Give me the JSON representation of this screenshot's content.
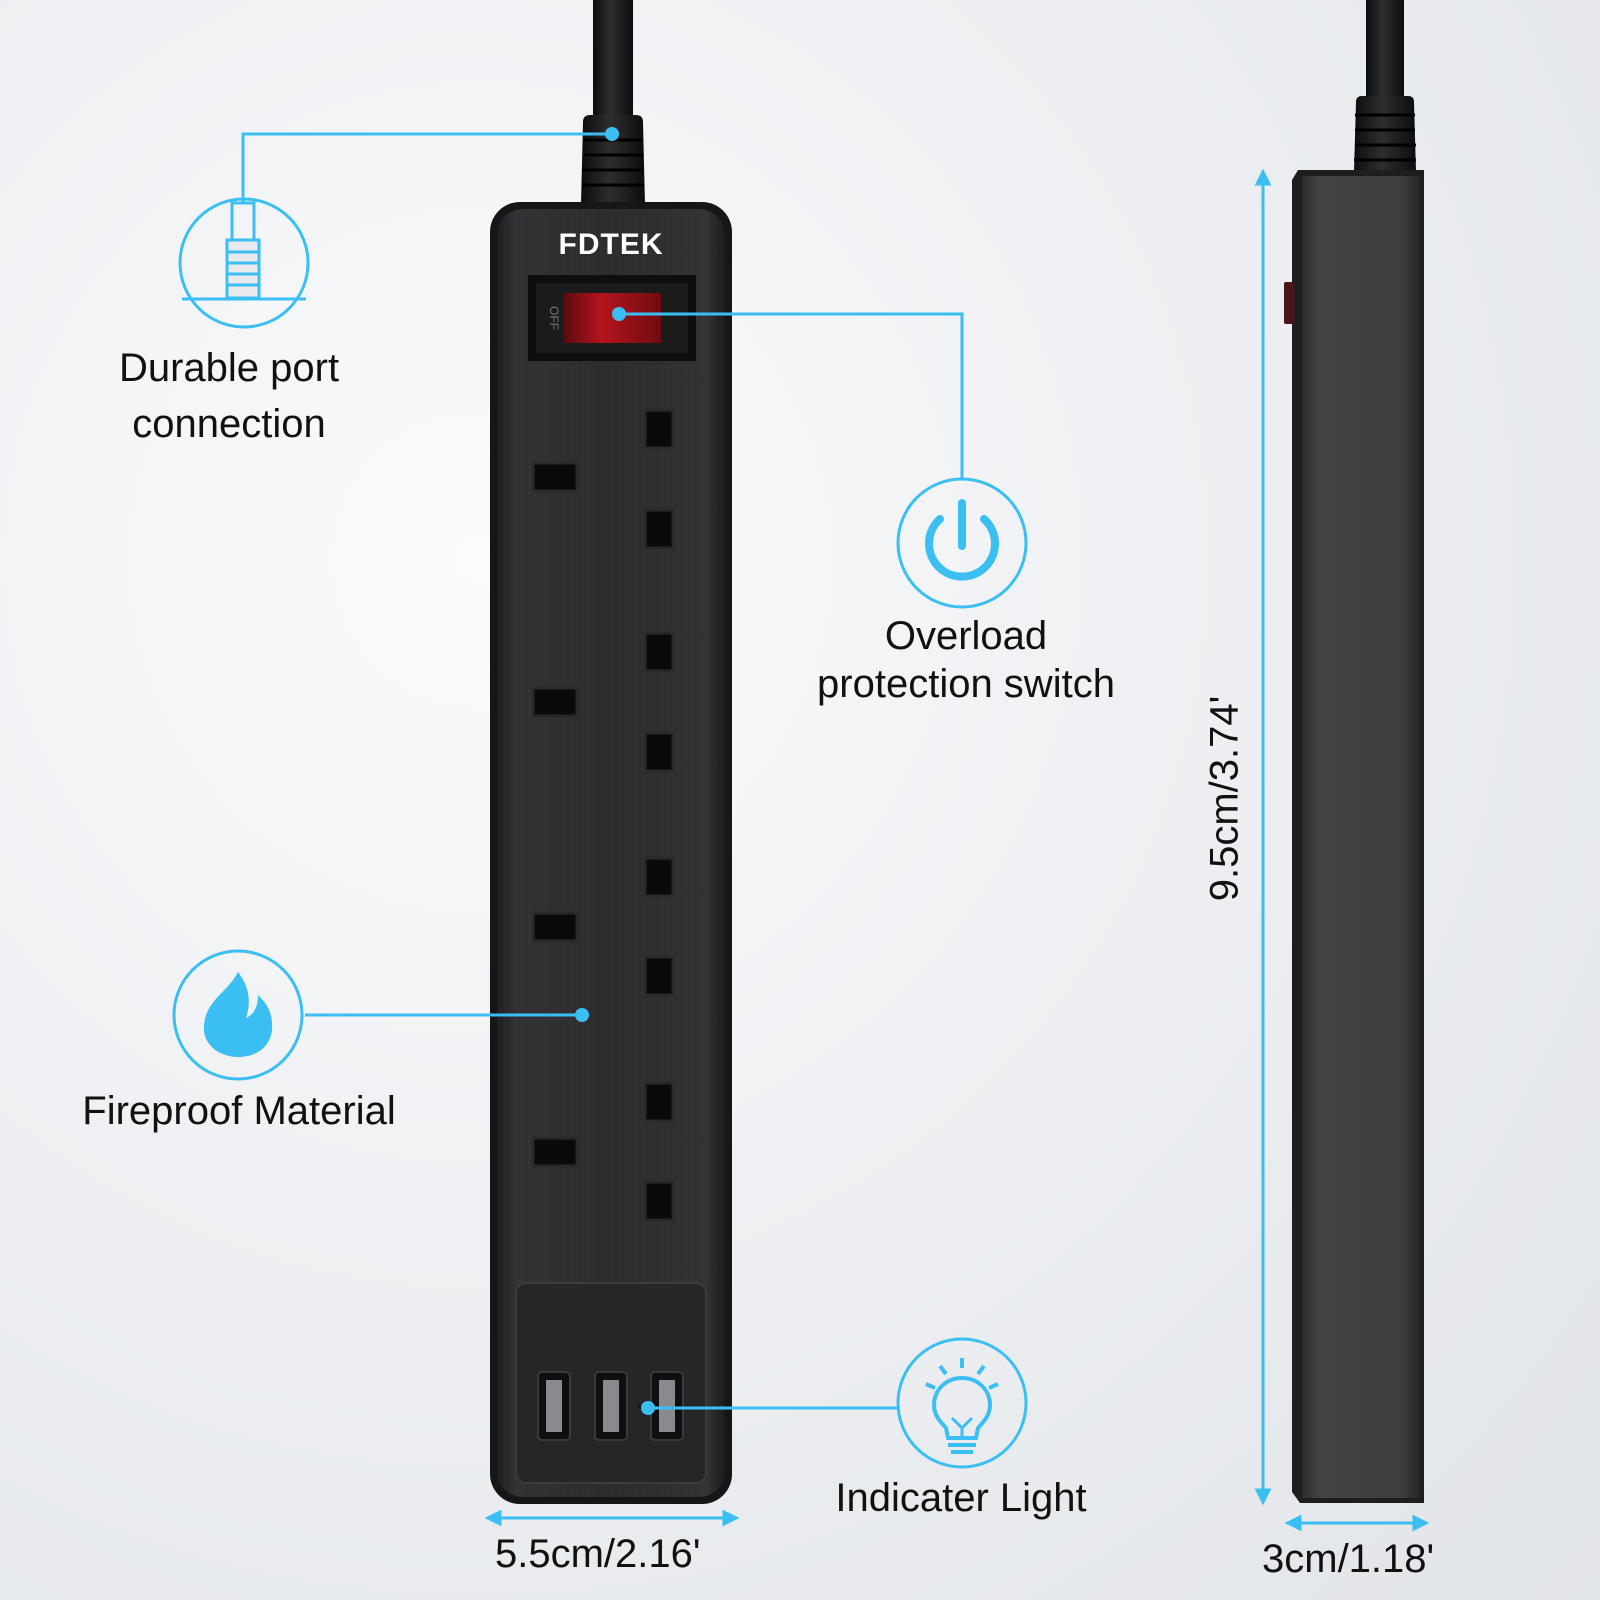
{
  "product": {
    "brand": "FDTEK",
    "switch_text": "OFF"
  },
  "callouts": {
    "durable_port": {
      "line1": "Durable port",
      "line2": "connection",
      "icon": "cable-plug-icon"
    },
    "overload_switch": {
      "line1": "Overload",
      "line2": "protection switch",
      "icon": "power-icon"
    },
    "fireproof": {
      "line1": "Fireproof Material",
      "icon": "flame-icon"
    },
    "indicator": {
      "line1": "Indicater Light",
      "icon": "lightbulb-icon"
    }
  },
  "dimensions": {
    "width": "5.5cm/2.16'",
    "height": "9.5cm/3.74'",
    "depth": "3cm/1.18'"
  },
  "colors": {
    "accent": "#3bbff2",
    "device_body": "#2a2a2c",
    "switch_red": "#a3121a"
  }
}
